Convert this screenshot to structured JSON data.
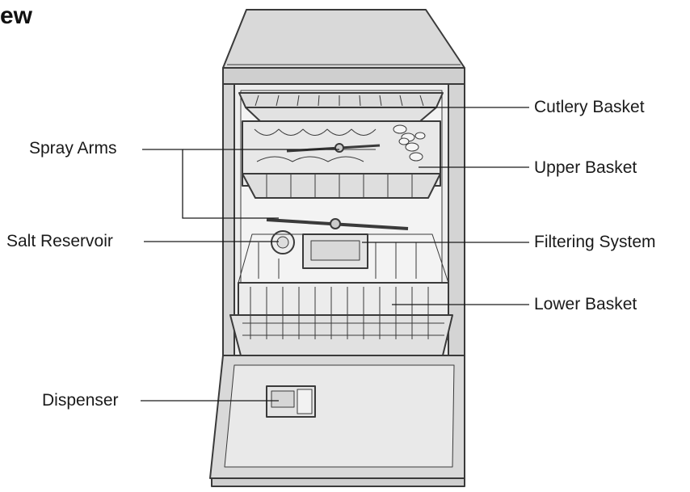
{
  "heading": "ew",
  "labels": {
    "spray_arms": "Spray Arms",
    "salt_reservoir": "Salt Reservoir",
    "dispenser": "Dispenser",
    "cutlery_basket": "Cutlery Basket",
    "upper_basket": "Upper Basket",
    "filtering_system": "Filtering System",
    "lower_basket": "Lower Basket"
  },
  "colors": {
    "outline": "#3a3a3a",
    "body_fill": "#d9d9d9",
    "panel_fill": "#e6e6e6",
    "interior_fill": "#ededed",
    "leader_line": "#1a1a1a"
  }
}
